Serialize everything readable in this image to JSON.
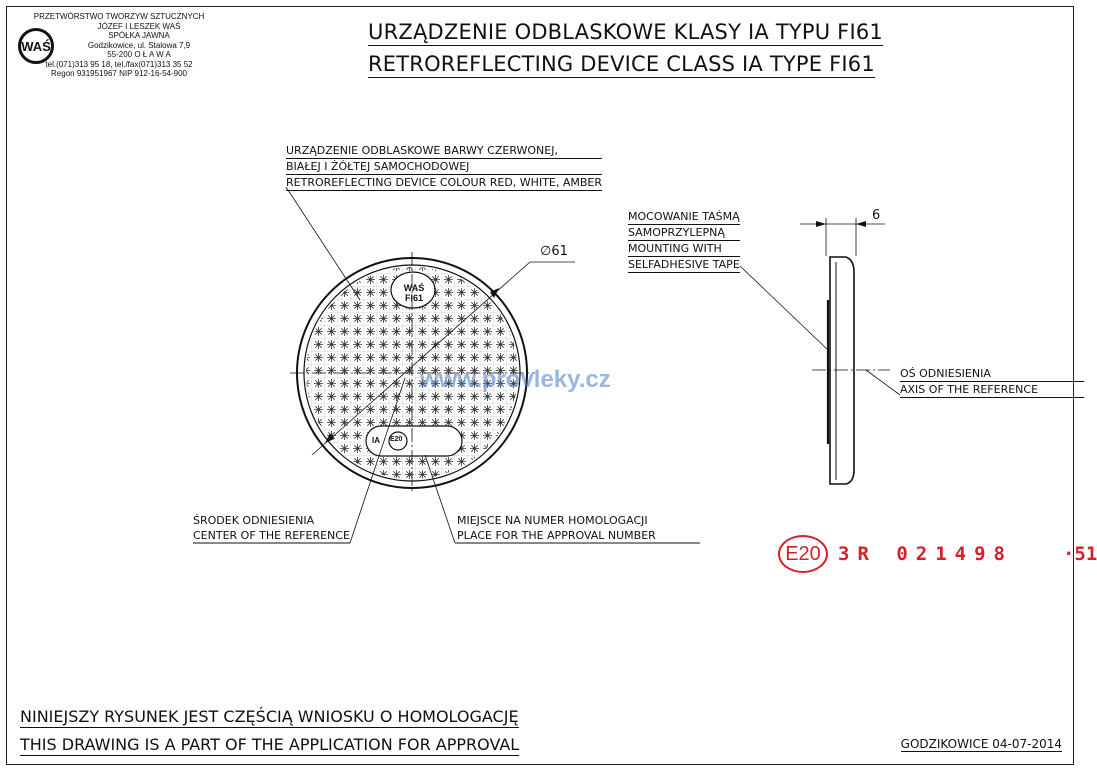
{
  "company": {
    "lines": [
      "PRZETWÓRSTWO TWORZYW SZTUCZNYCH",
      "JÓZEF I LESZEK WAŚ",
      "SPÓŁKA JAWNA",
      "Godzikowice, ul. Stalowa 7,9",
      "55-200  O Ł A W A",
      "tel.(071)313 95 18, tel./fax(071)313 35 52",
      "Regon 931951967 NIP 912-16-54-900"
    ],
    "logo_text": "WAŚ"
  },
  "title": {
    "pl": "URZĄDZENIE ODBLASKOWE  KLASY IA TYPU FI61",
    "en": "RETROREFLECTING DEVICE  CLASS IA TYPE FI61"
  },
  "labels": {
    "device_colour": [
      "URZĄDZENIE ODBLASKOWE BARWY CZERWONEJ,",
      " BIAŁEJ I ŻÓŁTEJ SAMOCHODOWEJ",
      "RETROREFLECTING DEVICE COLOUR RED, WHITE, AMBER"
    ],
    "mounting": [
      "MOCOWANIE TAŚMĄ",
      "SAMOPRZYLEPNĄ",
      "MOUNTING WITH",
      "SELFADHESIVE TAPE"
    ],
    "axis_reference": [
      "OŚ ODNIESIENIA",
      "AXIS OF THE REFERENCE"
    ],
    "center_reference": [
      "ŚRODEK ODNIESIENIA",
      "CENTER OF THE REFERENCE"
    ],
    "approval_place": [
      "MIEJSCE NA NUMER HOMOLOGACJI",
      "PLACE FOR THE APPROVAL NUMBER"
    ]
  },
  "dimensions": {
    "diameter": "∅61",
    "thickness": "6"
  },
  "reflector": {
    "brand": "WAŚ",
    "type": "FI61",
    "class_mark": "IA",
    "e_mark": "E20"
  },
  "approval": {
    "e_mark": "E20",
    "number": "3R  021498",
    "suffix": "·51"
  },
  "watermark": "www.provleky.cz",
  "footer": {
    "pl": "NINIEJSZY RYSUNEK JEST CZĘŚCIĄ WNIOSKU O  HOMOLOGACJĘ",
    "en": "THIS DRAWING IS A PART OF THE APPLICATION FOR  APPROVAL",
    "date": "GODZIKOWICE 04-07-2014"
  },
  "colors": {
    "ink": "#111111",
    "approval_red": "#d4212a",
    "watermark_blue": "#4678c8"
  }
}
